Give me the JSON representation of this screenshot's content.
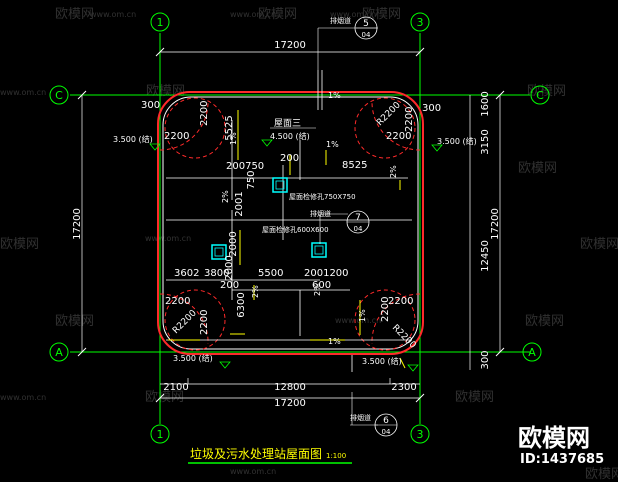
{
  "drawing": {
    "title": "垃圾及污水处理站屋面图",
    "scale": "1:100"
  },
  "grid_axes": {
    "axis_1": "1",
    "axis_3": "3",
    "axis_C": "C",
    "axis_A": "A"
  },
  "dimensions": {
    "top_total": "17200",
    "bottom_total": "17200",
    "bottom_left": "2100",
    "bottom_mid": "12800",
    "bottom_right": "2300",
    "left_total": "17200",
    "right_total": "17200",
    "right_1600": "1600",
    "right_3150": "3150",
    "right_12450": "12450",
    "right_300": "300",
    "offset_300_tl": "300",
    "offset_300_tr": "300",
    "corner_2200": "2200",
    "corner_r2200": "R2200",
    "dim_5525": "5525",
    "dim_200": "200",
    "dim_200750": "200750",
    "dim_8525": "8525",
    "dim_750": "750",
    "dim_2001": "2001",
    "dim_3602": "3602",
    "dim_3800": "3800",
    "dim_5500": "5500",
    "dim_2001200": "2001200",
    "dim_600": "600",
    "dim_6300": "6300",
    "dim_2000": "2000"
  },
  "labels": {
    "roof_3": "屋面三",
    "elev_4500": "4.500 (结)",
    "elev_3500_tl": "3.500 (结)",
    "elev_3500_tr": "3.500 (结)",
    "elev_3500_bl": "3.500 (结)",
    "elev_3500_br": "3.500 (结)",
    "hatch_750": "屋面检修孔750X750",
    "hatch_600": "屋面检修孔600X600",
    "pipe_note": "排烟道",
    "pipe_note_2": "排烟道",
    "pipe_note_3": "排烟道",
    "slope_1pct": "1%",
    "slope_2pct": "2%"
  },
  "callouts": {
    "c5_num": "5",
    "c5_sheet": "04",
    "c7_num": "7",
    "c7_sheet": "04",
    "c6_num": "6",
    "c6_sheet": "04"
  },
  "watermark": {
    "brand": "欧模网",
    "url": "www.om.cn",
    "id": "ID:1437685"
  },
  "colors": {
    "background": "#000000",
    "grid_green": "#00ff00",
    "dim_white": "#ffffff",
    "wall_red": "#ff2a2a",
    "hatch_cyan": "#00ffff",
    "slope_yellow": "#ffff00",
    "title_yellow": "#ffff00"
  }
}
